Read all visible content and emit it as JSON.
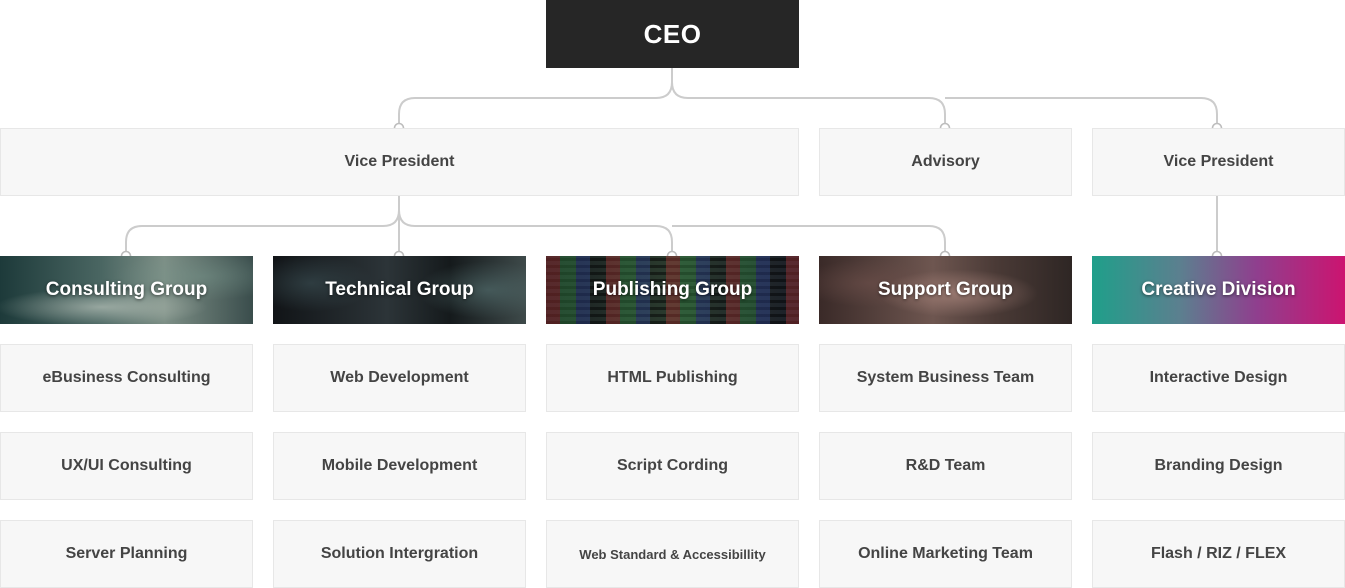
{
  "ceo": {
    "label": "CEO"
  },
  "level2": [
    {
      "label": "Vice President"
    },
    {
      "label": "Advisory"
    },
    {
      "label": "Vice President"
    }
  ],
  "groups": [
    {
      "title": "Consulting Group",
      "teams": [
        "eBusiness Consulting",
        "UX/UI Consulting",
        "Server Planning"
      ]
    },
    {
      "title": "Technical Group",
      "teams": [
        "Web Development",
        "Mobile Development",
        "Solution Intergration"
      ]
    },
    {
      "title": "Publishing Group",
      "teams": [
        "HTML Publishing",
        "Script Cording",
        "Web Standard & Accessibillity"
      ]
    },
    {
      "title": "Support Group",
      "teams": [
        "System Business Team",
        "R&D Team",
        "Online Marketing Team"
      ]
    },
    {
      "title": "Creative Division",
      "teams": [
        "Interactive Design",
        "Branding Design",
        "Flash / RIZ / FLEX"
      ]
    }
  ],
  "colors": {
    "ceo_bg": "#262626",
    "box_bg": "#f7f7f7",
    "box_border": "#e7e7e7",
    "connector": "#cccccc",
    "creative_gradient_start": "#1f9f8a",
    "creative_gradient_end": "#cc1470"
  }
}
